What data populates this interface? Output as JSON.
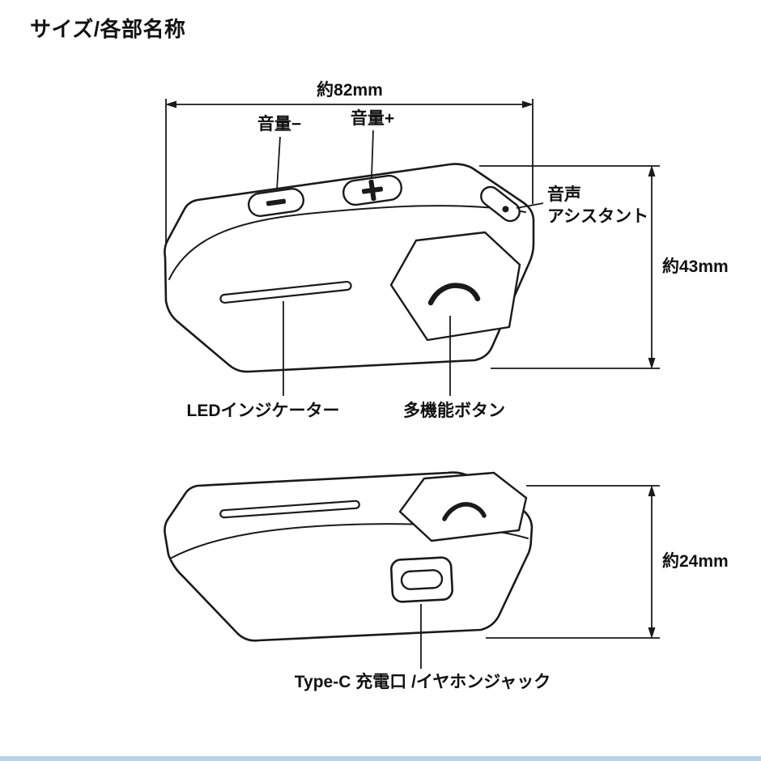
{
  "title": "サイズ/各部名称",
  "colors": {
    "line": "#1a1a1a",
    "background": "#ffffff",
    "footer_bar": "#b5d3ea"
  },
  "top_view": {
    "width_dimension": "約82mm",
    "height_dimension": "約43mm",
    "labels": {
      "volume_minus": "音量−",
      "volume_plus": "音量+",
      "voice_assistant_line1": "音声",
      "voice_assistant_line2": "アシスタント",
      "led_indicator": "LEDインジケーター",
      "multi_function_button": "多機能ボタン"
    }
  },
  "bottom_view": {
    "height_dimension": "約24mm",
    "labels": {
      "usb_port": "Type-C 充電口 /イヤホンジャック"
    }
  }
}
